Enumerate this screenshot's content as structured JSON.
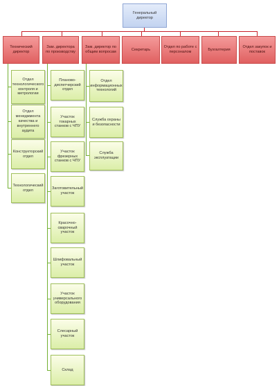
{
  "ceo": "Генеральный директор",
  "departments": [
    "Технический директор",
    "Зам. директора по производству",
    "Зам. директор по общим вопросам",
    "Секретарь",
    "Отдел по работе с персоналом",
    "Бухгалтерия",
    "Отдел закупок и поставок"
  ],
  "technical_units": [
    "Отдел технологического контроля и метрологии",
    "Отдел менеджмента качества и внутреннего аудита",
    "Конструкторский отдел",
    "Технологический отдел"
  ],
  "production_units": [
    "Планово-диспетчерский отдел",
    "Участок токарных станков с ЧПУ",
    "Участок фрезерных станков с ЧПУ",
    "Заготовительный участок",
    "Красочно-сварочный участок",
    "Шлифовальный участок",
    "Участок универсального оборудования",
    "Слесарный участок",
    "Склад"
  ],
  "general_units": [
    "Отдел информационных технологий",
    "Служба охраны и безопасности",
    "Служба эксплуатации"
  ],
  "colors": {
    "ceo_fill": "#c3d3f0",
    "department_fill": "#e06060",
    "unit_fill": "#dbeea8",
    "primary_connector": "#c8202a",
    "secondary_connector": "#72b030"
  }
}
